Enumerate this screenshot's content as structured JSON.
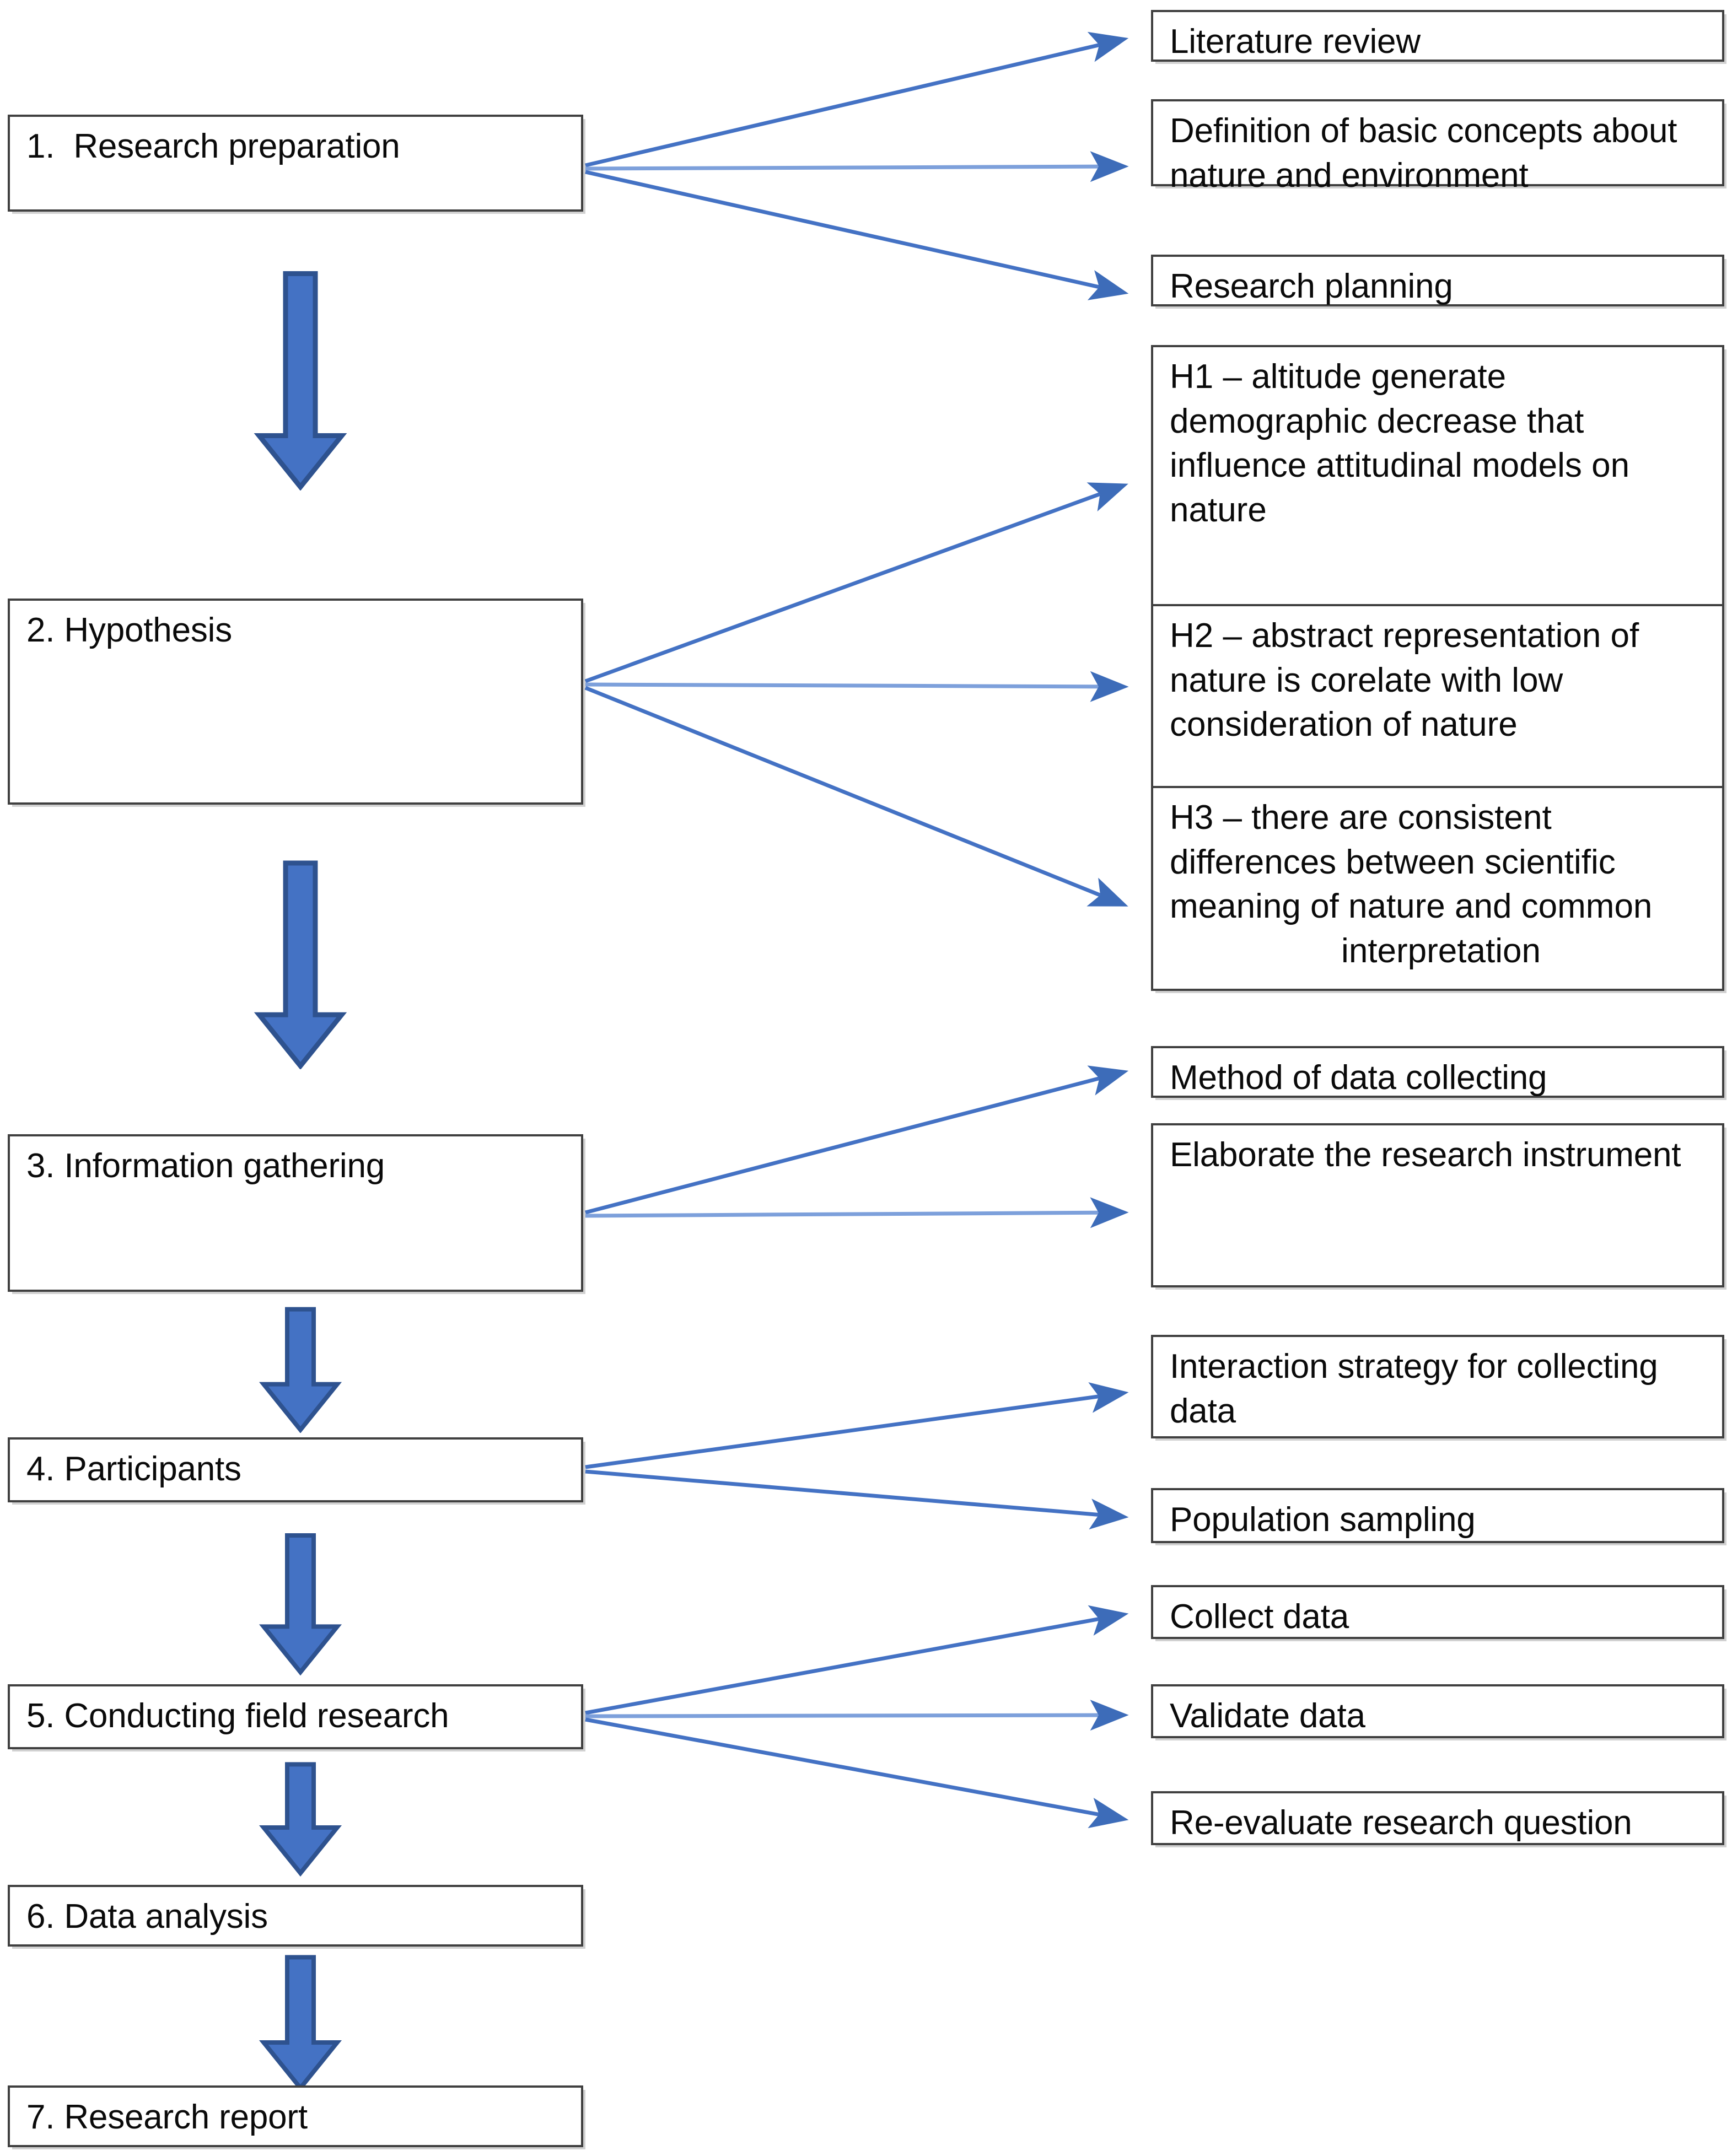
{
  "diagram": {
    "title": "Research process flowchart",
    "colors": {
      "arrow_fill": "#4472C4",
      "arrow_stroke": "#2E528F",
      "connector_line": "#4472C4",
      "box_border": "#404040",
      "text": "#0a0a0a",
      "background": "#ffffff"
    },
    "stages": [
      {
        "id": "stage-1",
        "label": "1.  Research preparation"
      },
      {
        "id": "stage-2",
        "label": "2. Hypothesis"
      },
      {
        "id": "stage-3",
        "label": "3. Information gathering"
      },
      {
        "id": "stage-4",
        "label": "4. Participants"
      },
      {
        "id": "stage-5",
        "label": "5. Conducting field research"
      },
      {
        "id": "stage-6",
        "label": "6. Data analysis"
      },
      {
        "id": "stage-7",
        "label": "7. Research report"
      }
    ],
    "stage1_outputs": [
      {
        "id": "literature-review",
        "label": "Literature review"
      },
      {
        "id": "basic-concepts",
        "label": "Definition of basic concepts about nature and environment"
      },
      {
        "id": "research-planning",
        "label": "Research planning"
      }
    ],
    "hypotheses": [
      {
        "id": "h1",
        "label": "H1 – altitude generate demographic decrease that influence attitudinal models on nature"
      },
      {
        "id": "h2",
        "label": "H2 – abstract representation of nature is corelate with low consideration of nature"
      },
      {
        "id": "h3-line1",
        "label": "H3 – there are consistent differences between scientific meaning of nature and common"
      },
      {
        "id": "h3-line2",
        "label": "interpretation"
      }
    ],
    "stage3_outputs": [
      {
        "id": "method-of-data-collecting",
        "label": "Method of data collecting"
      },
      {
        "id": "elaborate-research-instrument",
        "label": "Elaborate the research instrument"
      }
    ],
    "stage4_outputs": [
      {
        "id": "interaction-strategy",
        "label": "Interaction strategy for collecting data"
      },
      {
        "id": "population-sampling",
        "label": "Population sampling"
      }
    ],
    "stage5_outputs": [
      {
        "id": "collect-data",
        "label": "Collect data"
      },
      {
        "id": "validate-data",
        "label": "Validate data"
      },
      {
        "id": "re-evaluate-research-question",
        "label": "Re-evaluate research question"
      }
    ],
    "flow_arrows": [
      {
        "id": "arrow-1-to-2",
        "from": "stage-1",
        "to": "stage-2"
      },
      {
        "id": "arrow-2-to-3",
        "from": "stage-2",
        "to": "stage-3"
      },
      {
        "id": "arrow-3-to-4",
        "from": "stage-3",
        "to": "stage-4"
      },
      {
        "id": "arrow-4-to-5",
        "from": "stage-4",
        "to": "stage-5"
      },
      {
        "id": "arrow-5-to-6",
        "from": "stage-5",
        "to": "stage-6"
      },
      {
        "id": "arrow-6-to-7",
        "from": "stage-6",
        "to": "stage-7"
      }
    ]
  }
}
